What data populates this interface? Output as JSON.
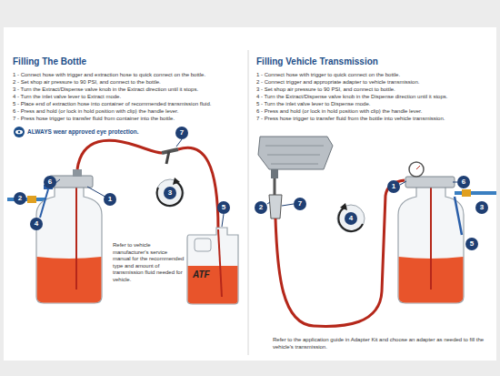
{
  "diagram": {
    "labels": [
      "Filling The Bottle",
      "1 - Connect hose with trigger and extraction hose to quick connect on the bottle.",
      "2 - Set shop air pressure to 90 PSI, and connect to the bottle.",
      "3 - Turn the Extract/Dispense valve knob in the Extract direction until it stops.",
      "4 - Turn the inlet valve lever to Extract mode.",
      "5 - Place end of extraction hose into container of recommended transmission fluid.",
      "6 - Press and hold (or lock in hold position with clip) the handle lever.",
      "7 - Press hose trigger to transfer fluid from container into the bottle.",
      "ALWAYS wear approved eye protection.",
      "Refer to vehicle manufacturer's service manual for the recommended type and amount of transmission fluid needed for vehicle.",
      "ATF",
      "1",
      "2",
      "3",
      "4",
      "5",
      "6",
      "7",
      "Filling Vehicle Transmission",
      "1 - Connect hose with trigger to quick connect on the bottle.",
      "2 - Connect trigger and appropriate adapter to vehicle transmission.",
      "3 - Set shop air pressure to 90 PSI, and connect to bottle.",
      "4 - Turn the Extract/Dispense valve knob in the Dispense direction until it stops.",
      "5 - Turn the inlet valve lever to Dispense mode.",
      "6 - Press and hold (or lock in hold position with clip) the handle lever.",
      "7 - Press hose trigger to transfer fluid from the bottle into vehicle transmission.",
      "Refer to the application guide in Adapter Kit and choose an adapter as needed to fill the vehicle's transmission.",
      "1",
      "2",
      "3",
      "4",
      "5",
      "6",
      "7"
    ]
  }
}
